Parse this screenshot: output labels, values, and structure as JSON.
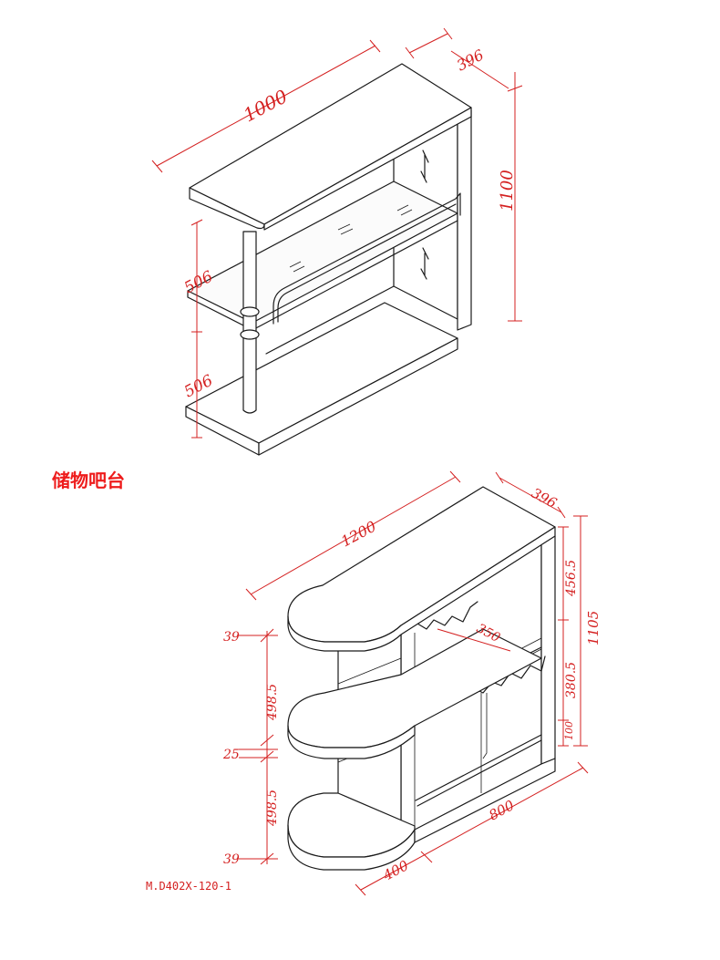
{
  "title": "储物吧台",
  "model_code": "M.D402X-120-1",
  "colors": {
    "dimension": "#d42020",
    "title": "#ee1c1c",
    "line": "#1a1a1a"
  },
  "top_unit": {
    "width": "1000",
    "depth": "396",
    "height": "1100",
    "upper_shelf_gap": "506",
    "lower_shelf_gap": "506"
  },
  "bottom_unit": {
    "width": "1200",
    "depth": "396",
    "total_height": "1105",
    "upper_section": "456.5",
    "middle_section": "380.5",
    "plinth": "100",
    "rack_depth": "350",
    "top_thickness": "39",
    "left_gap_upper": "498.5",
    "shelf_thickness": "25",
    "left_gap_lower": "498.5",
    "base_thickness": "39",
    "base_left": "400",
    "base_right": "800"
  }
}
